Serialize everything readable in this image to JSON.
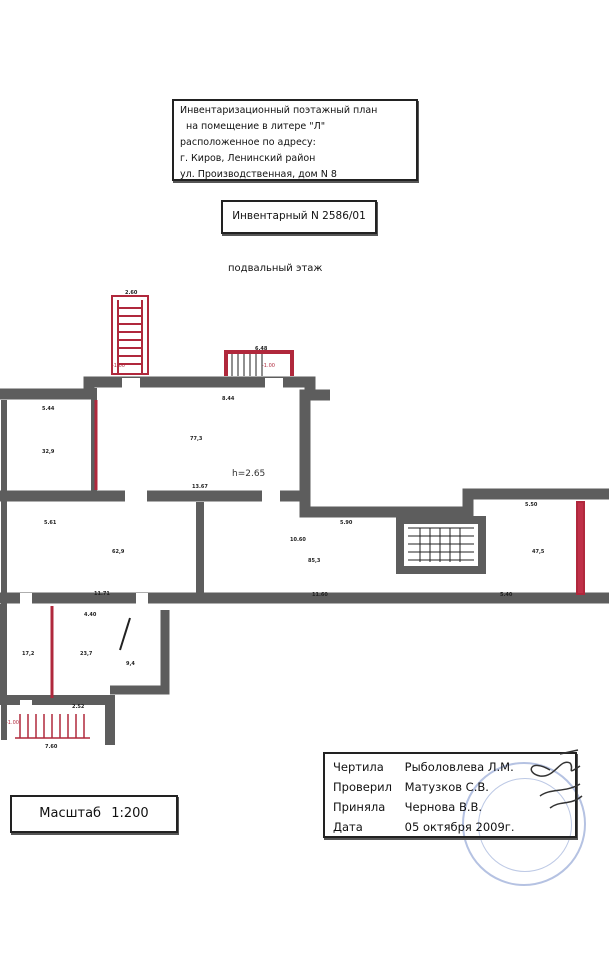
{
  "header": {
    "title_lines": [
      "Инвентаризационный поэтажный  план",
      "на помещение  в литере \"Л\"",
      "расположенное по адресу:",
      "г. Киров, Ленинский район",
      "ул. Производственная, дом N 8"
    ],
    "inventory_number": "Инвентарный N 2586/01",
    "floor_label": "подвальный этаж"
  },
  "plan": {
    "height_label": "h=2.65",
    "room_areas": [
      "77,3",
      "32,9",
      "62,9",
      "85,3",
      "47,5",
      "17,2",
      "23,7",
      "9,4"
    ],
    "dimensions": [
      "8.44",
      "5.44",
      "13.67",
      "5.61",
      "11.71",
      "10.60",
      "5.90",
      "11.60",
      "5.50",
      "5.40",
      "4.40",
      "2.52",
      "7.60",
      "2.60",
      "6.48"
    ],
    "level_marks": [
      "-1.00",
      "-1.00",
      "-1.00"
    ]
  },
  "scale": {
    "label": "Масштаб",
    "value": "1:200"
  },
  "signatures": [
    {
      "role": "Чертила",
      "name": "Рыболовлева Л.М."
    },
    {
      "role": "Проверил",
      "name": "Матузков С.В."
    },
    {
      "role": "Приняла",
      "name": "Чернова В.В."
    },
    {
      "role": "Дата",
      "name": "05  октября 2009г."
    }
  ],
  "colors": {
    "wall": "#5d5d5d",
    "red": "#b0283c",
    "stamp": "#5a78be"
  }
}
